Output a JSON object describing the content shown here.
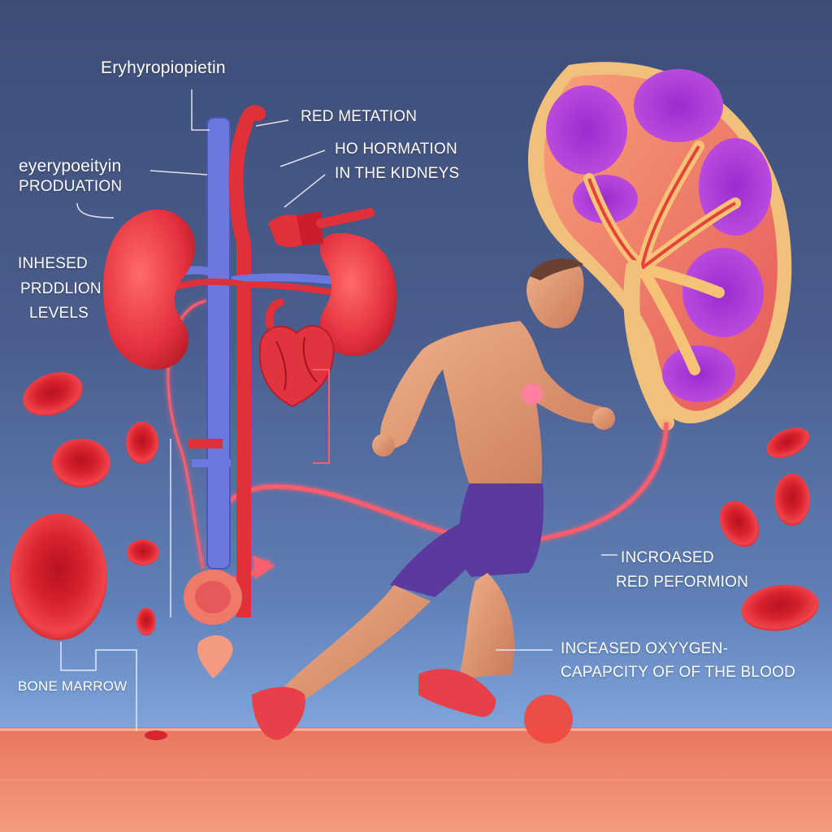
{
  "labels": {
    "erythropoietin_title": "Eryhyropiopietin",
    "red_metation": "red metation",
    "ho_hormation_line1": "Ho hormation",
    "ho_hormation_line2": "in the  kidneys",
    "eyerypoeityin_line1": "eyerypoeityin",
    "eyerypoeityin_line2": "produation",
    "inhesed_line1": "inhesed",
    "inhesed_line2": "prddlion",
    "inhesed_line3": "levels",
    "bone_marrow": "Bone marrow",
    "incroased_line1": "Incroased",
    "incroased_line2": "red peformion",
    "oxygen_line1": "Inceased oxyygen-",
    "oxygen_line2": "capapcity of of the blood"
  },
  "colors": {
    "background_top": "#3e4d78",
    "background_bottom": "#8cb2e8",
    "kidney_red": "#e8333f",
    "vein_blue": "#5b6fd6",
    "artery_red": "#e0303a",
    "kidney_medulla_purple": "#a83bd0",
    "shorts_purple": "#5b3aa0",
    "shoe_red": "#e84048",
    "track": "#e86e58"
  },
  "icons": [
    "kidney-pair",
    "kidney-cross-section",
    "heart",
    "red-blood-cell",
    "runner",
    "bone-marrow-cell"
  ]
}
